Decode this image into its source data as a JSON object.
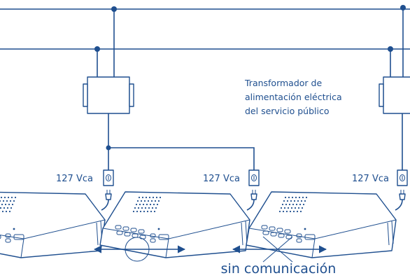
{
  "transformer_label": {
    "line1": "Transformador de",
    "line2": "alimentación eléctrica",
    "line3": "del servicio público"
  },
  "outlet_labels": [
    "127 Vca",
    "127 Vca",
    "127 Vca"
  ],
  "link_status_label": "sin comunicación",
  "colors": {
    "line": "#1f4f8f",
    "background": "#ffffff"
  }
}
